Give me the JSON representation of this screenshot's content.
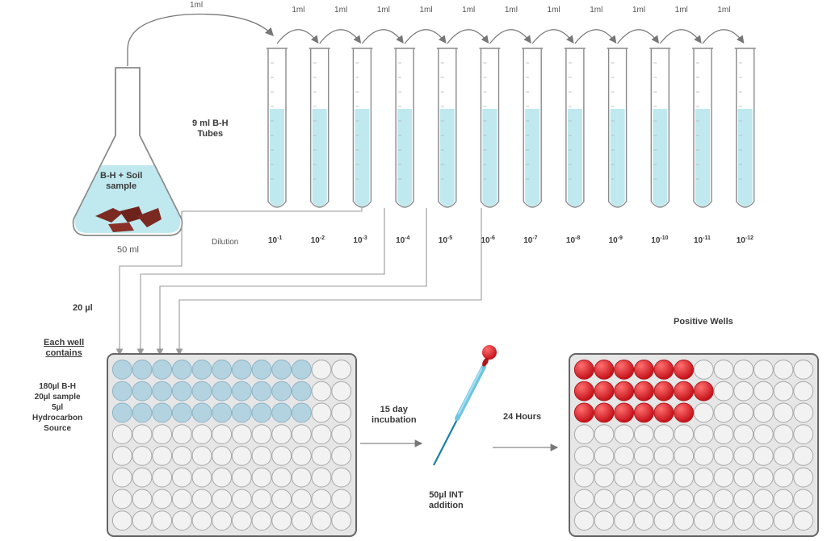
{
  "labels": {
    "transfer_volume": "1ml",
    "tubes": "9 ml B-H\nTubes",
    "flask_contents": "B-H + Soil\nsample",
    "flask_volume": "50 ml",
    "dilution_heading": "Dilution",
    "sample_volume": "20 µl",
    "each_well_contains": "Each well\ncontains",
    "well_contents": "180µl B-H\n20µl sample\n5µl\nHydrocarbon\nSource",
    "incubation": "15 day\nincubation",
    "int_addition": "50µl INT\naddition",
    "hours": "24 Hours",
    "positive_wells": "Positive Wells"
  },
  "dilutions": [
    {
      "base": "10",
      "exp": "-1"
    },
    {
      "base": "10",
      "exp": "-2"
    },
    {
      "base": "10",
      "exp": "-3"
    },
    {
      "base": "10",
      "exp": "-4"
    },
    {
      "base": "10",
      "exp": "-5"
    },
    {
      "base": "10",
      "exp": "-6"
    },
    {
      "base": "10",
      "exp": "-7"
    },
    {
      "base": "10",
      "exp": "-8"
    },
    {
      "base": "10",
      "exp": "-9"
    },
    {
      "base": "10",
      "exp": "-10"
    },
    {
      "base": "10",
      "exp": "-11"
    },
    {
      "base": "10",
      "exp": "-12"
    }
  ],
  "plate": {
    "rows": 8,
    "cols": 12
  },
  "first_plate_filled": {
    "rows": 3,
    "cols": 10
  },
  "positive_wells_per_row": [
    6,
    7,
    6
  ],
  "colors": {
    "liquid": "#bfe9ef",
    "well_sample": "#b4d3e1",
    "well_empty": "#f2f2f2",
    "well_positive": "#d9272e",
    "outline": "#777777",
    "soil": "#7b2a22"
  }
}
